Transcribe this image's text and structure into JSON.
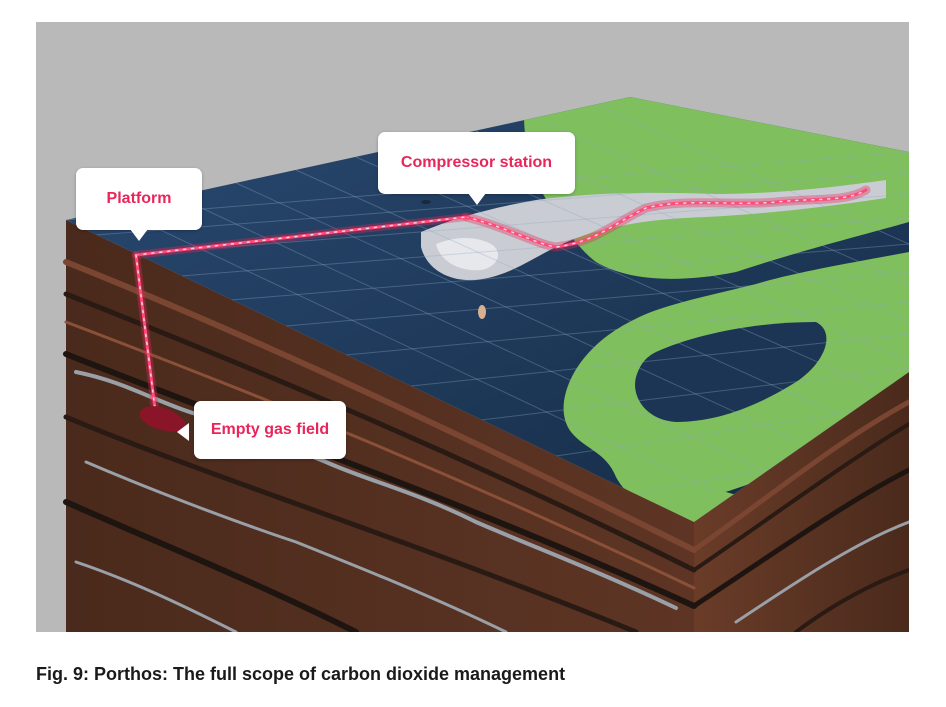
{
  "figure": {
    "labels": {
      "platform": "Platform",
      "compressor_station": "Compressor station",
      "empty_gas_field": "Empty gas field"
    },
    "colors": {
      "background": "#b9b9b9",
      "sea": "#1c3554",
      "land": "#7fbf5d",
      "soil": "#5a3322",
      "pipeline": "#e8265a",
      "label_text": "#e8265a"
    }
  },
  "caption": "Fig. 9: Porthos: The full scope of carbon dioxide management"
}
